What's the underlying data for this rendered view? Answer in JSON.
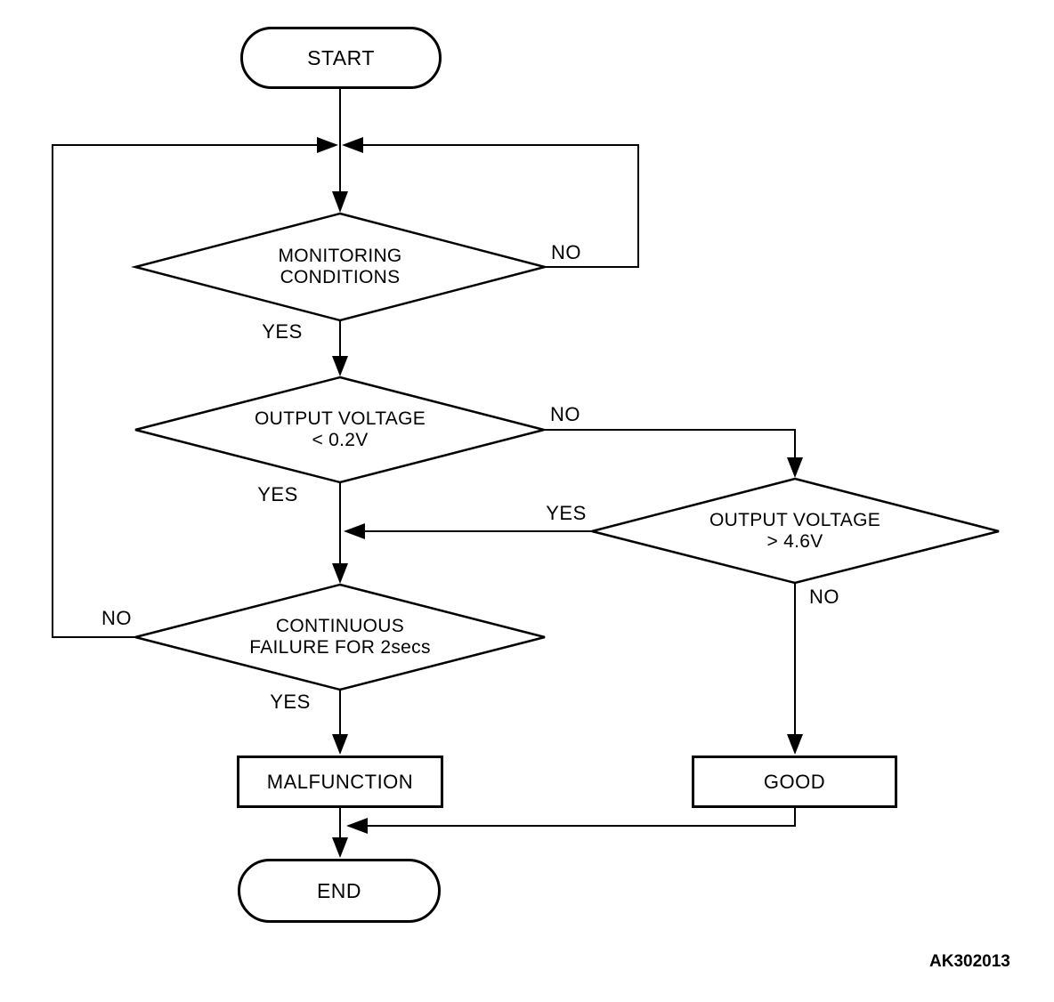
{
  "figure_code": "AK302013",
  "colors": {
    "line": "#000000",
    "background": "#ffffff",
    "text": "#000000"
  },
  "flowchart": {
    "nodes": {
      "start": {
        "type": "terminator",
        "label": "START"
      },
      "monitoring_conditions": {
        "type": "decision",
        "lines": [
          "MONITORING",
          "CONDITIONS"
        ]
      },
      "output_voltage_low": {
        "type": "decision",
        "lines": [
          "OUTPUT VOLTAGE",
          "< 0.2V"
        ]
      },
      "output_voltage_high": {
        "type": "decision",
        "lines": [
          "OUTPUT VOLTAGE",
          "> 4.6V"
        ]
      },
      "continuous_failure": {
        "type": "decision",
        "lines": [
          "CONTINUOUS",
          "FAILURE FOR 2secs"
        ]
      },
      "malfunction": {
        "type": "process",
        "label": "MALFUNCTION"
      },
      "good": {
        "type": "process",
        "label": "GOOD"
      },
      "end": {
        "type": "terminator",
        "label": "END"
      }
    },
    "edge_labels": {
      "monitoring_no": "NO",
      "monitoring_yes": "YES",
      "output_low_no": "NO",
      "output_low_yes": "YES",
      "output_high_yes": "YES",
      "output_high_no": "NO",
      "continuous_no": "NO",
      "continuous_yes": "YES"
    }
  }
}
